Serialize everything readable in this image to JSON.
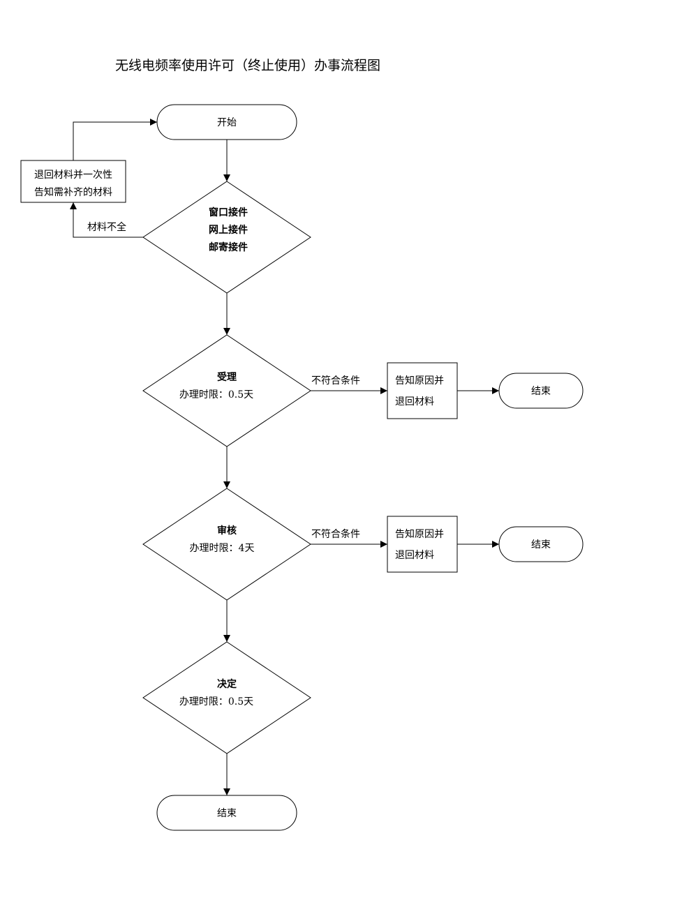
{
  "title": "无线电频率使用许可（终止使用）办事流程图",
  "nodes": {
    "start": "开始",
    "intake": [
      "窗口接件",
      "网上接件",
      "邮寄接件"
    ],
    "return_supplement": [
      "退回材料并一次性",
      "告知需补齐的材料"
    ],
    "accept": {
      "name": "受理",
      "limit": "办理时限：0.5天"
    },
    "review": {
      "name": "审核",
      "limit": "办理时限：4天"
    },
    "decision": {
      "name": "决定",
      "limit": "办理时限：0.5天"
    },
    "notify_return_1": [
      "告知原因并",
      "退回材料"
    ],
    "notify_return_2": [
      "告知原因并",
      "退回材料"
    ],
    "end_1": "结束",
    "end_2": "结束",
    "end_final": "结束"
  },
  "edges": {
    "incomplete": "材料不全",
    "not_qualified_1": "不符合条件",
    "not_qualified_2": "不符合条件"
  }
}
